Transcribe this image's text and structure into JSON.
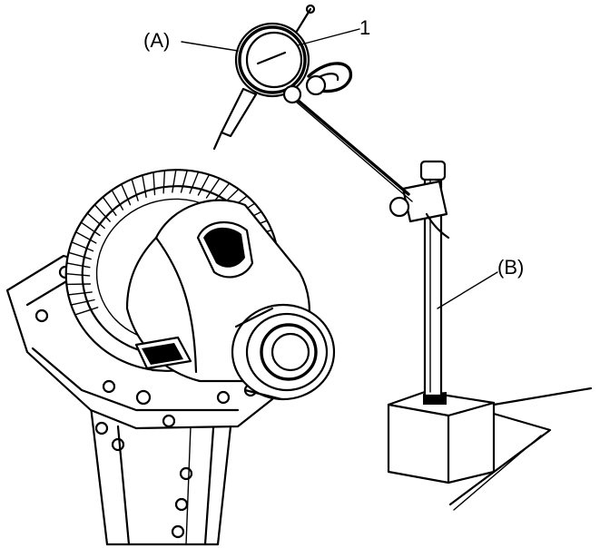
{
  "labels": {
    "gauge": "(A)",
    "item_1": "1",
    "stand": "(B)"
  },
  "colors": {
    "ink": "#000000",
    "paper": "#ffffff"
  }
}
